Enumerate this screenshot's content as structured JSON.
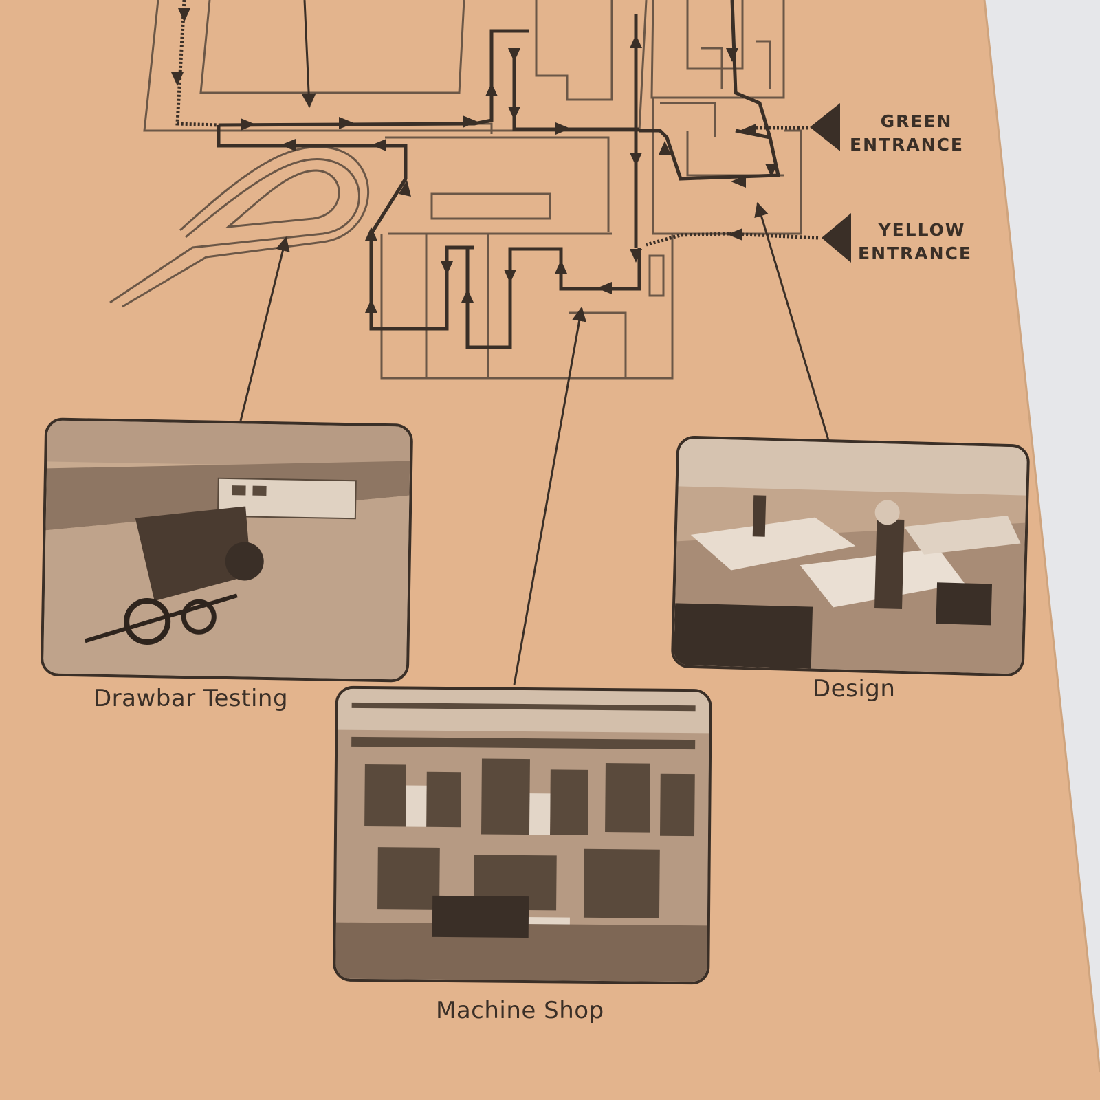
{
  "entrances": [
    {
      "id": "green",
      "line1": "GREEN",
      "line2": "ENTRANCE"
    },
    {
      "id": "yellow",
      "line1": "YELLOW",
      "line2": "ENTRANCE"
    }
  ],
  "photos": [
    {
      "id": "drawbar-testing",
      "caption": "Drawbar Testing"
    },
    {
      "id": "machine-shop",
      "caption": "Machine Shop"
    },
    {
      "id": "design",
      "caption": "Design"
    }
  ],
  "colors": {
    "paper": "#e3b48d",
    "ink": "#3a2f27",
    "background": "#e6e7ea"
  }
}
